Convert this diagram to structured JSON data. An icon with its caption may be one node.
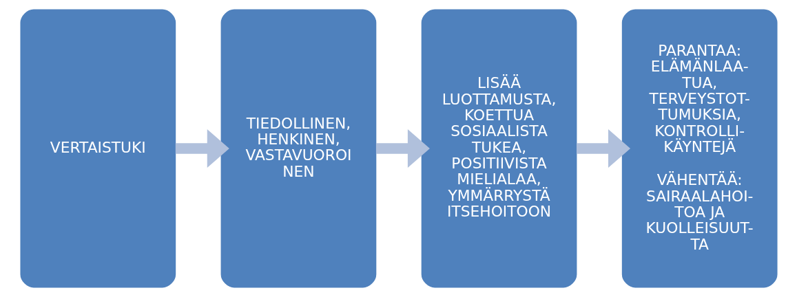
{
  "diagram": {
    "nodes": [
      {
        "text": [
          "VERTAISTUKI"
        ]
      },
      {
        "text": [
          "TIEDOLLINEN, HENKINEN, VASTAVUOROI NEN"
        ]
      },
      {
        "text": [
          "LISÄÄ LUOTTAMUSTA, KOETTUA SOSIAALISTA TUKEA, POSITIIVISTA MIELIALAA, YMMÄRRYSTÄ ITSEHOITOON"
        ]
      },
      {
        "text": [
          "PARANTAA: ELÄMÄNLAA- TUA, TERVEYSTOT- TUMUKSIA, KONTROLLI- KÄYNTEJÄ",
          "VÄHENTÄÄ: SAIRAALAHOI- TOA JA KUOLLEISUUT- TA"
        ]
      }
    ],
    "edges": [
      {
        "from": 0,
        "to": 1,
        "arrow": "to"
      },
      {
        "from": 1,
        "to": 2,
        "arrow": "to"
      },
      {
        "from": 2,
        "to": 3,
        "arrow": "to"
      }
    ]
  }
}
